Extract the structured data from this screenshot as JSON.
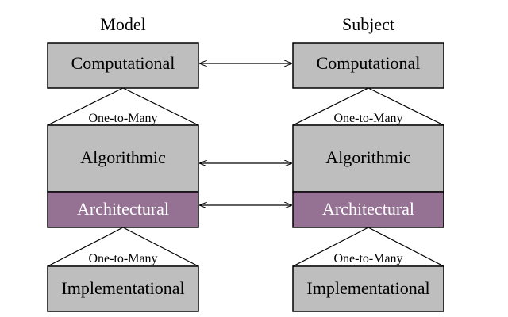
{
  "columns": {
    "model": {
      "title": "Model",
      "computational": "Computational",
      "upper_relation": "One-to-Many",
      "algorithmic": "Algorithmic",
      "architectural": "Architectural",
      "lower_relation": "One-to-Many",
      "implementational": "Implementational"
    },
    "subject": {
      "title": "Subject",
      "computational": "Computational",
      "upper_relation": "One-to-Many",
      "algorithmic": "Algorithmic",
      "architectural": "Architectural",
      "lower_relation": "One-to-Many",
      "implementational": "Implementational"
    }
  },
  "colors": {
    "box_gray": "#bebebe",
    "box_purple": "#957294",
    "stroke": "#000000",
    "text_dark": "#000000",
    "text_light": "#ffffff"
  }
}
